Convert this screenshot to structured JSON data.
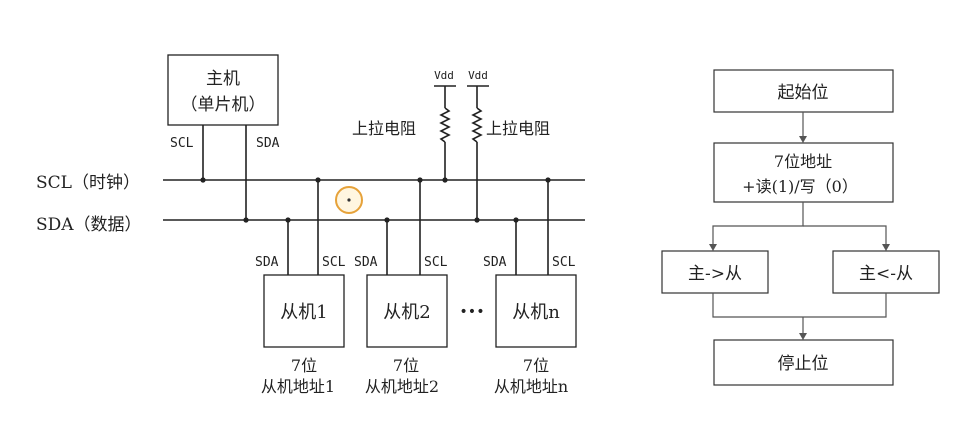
{
  "bus": {
    "scl_label": "SCL（时钟）",
    "sda_label": "SDA（数据）"
  },
  "master": {
    "line1": "主机",
    "line2": "（单片机）",
    "scl_pin": "SCL",
    "sda_pin": "SDA"
  },
  "pullups": [
    {
      "vdd": "Vdd",
      "label": "上拉电阻"
    },
    {
      "vdd": "Vdd",
      "label": "上拉电阻"
    }
  ],
  "slaves": [
    {
      "name": "从机1",
      "sda_pin": "SDA",
      "scl_pin": "SCL",
      "addr_line1": "7位",
      "addr_line2": "从机地址1"
    },
    {
      "name": "从机2",
      "sda_pin": "SDA",
      "scl_pin": "SCL",
      "addr_line1": "7位",
      "addr_line2": "从机地址2"
    },
    {
      "name": "从机n",
      "sda_pin": "SDA",
      "scl_pin": "SCL",
      "addr_line1": "7位",
      "addr_line2": "从机地址n"
    }
  ],
  "ellipsis": "•••",
  "flow": {
    "start": "起始位",
    "addr_line1": "7位地址",
    "addr_line2": "+读(1)/写（0）",
    "left_branch": "主->从",
    "right_branch": "主<-从",
    "stop": "停止位"
  }
}
